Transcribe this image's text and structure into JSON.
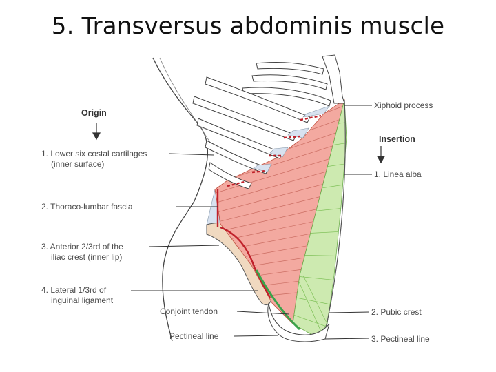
{
  "title": "5. Transversus abdominis muscle",
  "origin": {
    "heading": "Origin",
    "items": [
      {
        "line1": "1. Lower six costal cartilages",
        "line2": "(inner surface)"
      },
      {
        "line1": "2. Thoraco-lumbar fascia",
        "line2": ""
      },
      {
        "line1": "3. Anterior 2/3rd of the",
        "line2": "iliac crest (inner lip)"
      },
      {
        "line1": "4. Lateral 1/3rd of",
        "line2": "inguinal ligament"
      }
    ]
  },
  "insertion": {
    "heading": "Insertion",
    "items": [
      {
        "text": "1. Linea alba"
      },
      {
        "text": "2. Pubic crest"
      },
      {
        "text": "3. Pectineal line"
      }
    ]
  },
  "other_labels": {
    "xiphoid": "Xiphoid process",
    "conjoint": "Conjoint tendon",
    "pectineal": "Pectineal line"
  },
  "colors": {
    "muscle_red": "#f3a9a0",
    "muscle_green": "#cdeab0",
    "fascia_blue": "#d8e2f0",
    "bone_tan": "#f0d9c0",
    "tendon_green": "#3aa34a",
    "origin_red": "#c0202a"
  }
}
